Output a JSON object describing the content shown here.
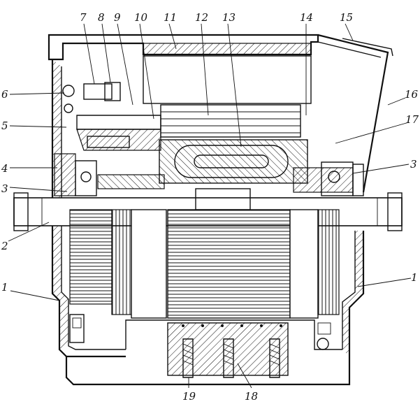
{
  "callouts": {
    "c1_left": "1",
    "c1_right": "1",
    "c2": "2",
    "c3_left": "3",
    "c3_right": "3",
    "c4": "4",
    "c5": "5",
    "c6": "6",
    "c7": "7",
    "c8": "8",
    "c9": "9",
    "c10": "10",
    "c11": "11",
    "c12": "12",
    "c13": "13",
    "c14": "14",
    "c15": "15",
    "c16": "16",
    "c17": "17",
    "c18": "18",
    "c19": "19"
  },
  "colors": {
    "line": "#111111",
    "background": "#ffffff"
  }
}
